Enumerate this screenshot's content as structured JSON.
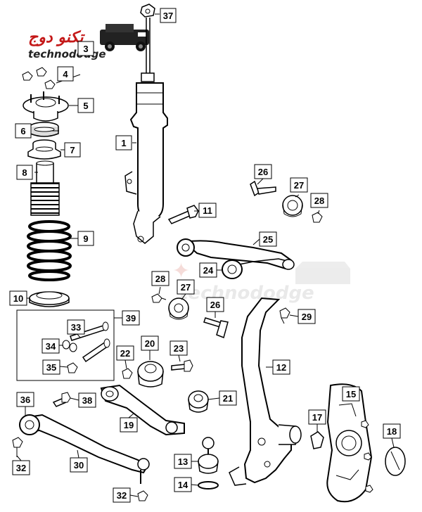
{
  "logo": {
    "arabic": "تكنو دوج",
    "latin": "technododge",
    "watermark_latin": "technododge"
  },
  "callouts": {
    "c37": "37",
    "c3": "3",
    "c4": "4",
    "c5": "5",
    "c6": "6",
    "c7": "7",
    "c8": "8",
    "c9": "9",
    "c10": "10",
    "c1": "1",
    "c11": "11",
    "c26a": "26",
    "c27a": "27",
    "c28a": "28",
    "c25": "25",
    "c24": "24",
    "c28b": "28",
    "c27b": "27",
    "c26b": "26",
    "c29": "29",
    "c39": "39",
    "c33": "33",
    "c34": "34",
    "c35": "35",
    "c22": "22",
    "c20": "20",
    "c23": "23",
    "c12": "12",
    "c21": "21",
    "c36": "36",
    "c38": "38",
    "c19": "19",
    "c15": "15",
    "c17": "17",
    "c18": "18",
    "c13": "13",
    "c14": "14",
    "c32a": "32",
    "c30": "30",
    "c32b": "32"
  }
}
